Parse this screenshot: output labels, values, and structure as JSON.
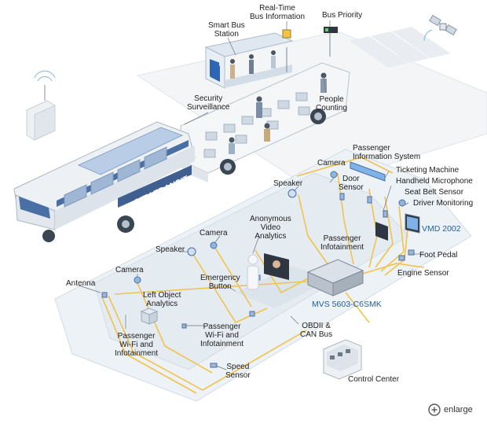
{
  "colors": {
    "bus_blue": "#4a6fa5",
    "bus_blue_light": "#b9cde6",
    "bus_body": "#eef1f4",
    "wire": "#f0c34e",
    "accent_text": "#1f5fa8",
    "floor": "#e6edf3",
    "floor_edge": "#d2dce6"
  },
  "bus_sign": "CITY TRANSIT",
  "labels": {
    "real_time_bus_information": [
      "Real-Time",
      "Bus Information"
    ],
    "bus_priority": [
      "Bus Priority"
    ],
    "smart_bus_station": [
      "Smart Bus",
      "Station"
    ],
    "security_surveillance": [
      "Security",
      "Surveillance"
    ],
    "people_counting": [
      "People",
      "Counting"
    ],
    "passenger_information_system": [
      "Passenger",
      "Information System"
    ],
    "camera_top": [
      "Camera"
    ],
    "door_sensor": [
      "Door",
      "Sensor"
    ],
    "ticketing_machine": [
      "Ticketing Machine"
    ],
    "handheld_microphone": [
      "Handheld Microphone"
    ],
    "seat_belt_sensor": [
      "Seat Belt Sensor"
    ],
    "driver_monitoring": [
      "Driver Monitoring"
    ],
    "speaker_top": [
      "Speaker"
    ],
    "anonymous_video_analytics": [
      "Anonymous",
      "Video",
      "Analytics"
    ],
    "vmd_2002": [
      "VMD 2002"
    ],
    "passenger_infotainment_mid": [
      "Passenger",
      "Infotainment"
    ],
    "camera_mid": [
      "Camera"
    ],
    "speaker_mid": [
      "Speaker"
    ],
    "foot_pedal": [
      "Foot Pedal"
    ],
    "engine_sensor": [
      "Engine Sensor"
    ],
    "emergency_button": [
      "Emergency",
      "Button"
    ],
    "mvs_5603": [
      "MVS 5603-C6SMK"
    ],
    "antenna": [
      "Antenna"
    ],
    "camera_left": [
      "Camera"
    ],
    "left_object_analytics": [
      "Left Object",
      "Analytics"
    ],
    "obdii_can_bus": [
      "OBDII &",
      "CAN Bus"
    ],
    "passenger_wifi_left": [
      "Passenger",
      "Wi-Fi and",
      "Infotainment"
    ],
    "passenger_wifi_center": [
      "Passenger",
      "Wi-Fi and",
      "Infotainment"
    ],
    "speed_sensor": [
      "Speed",
      "Sensor"
    ],
    "control_center": [
      "Control Center"
    ]
  },
  "enlarge": {
    "label": "enlarge",
    "icon": "zoom-in-icon"
  }
}
